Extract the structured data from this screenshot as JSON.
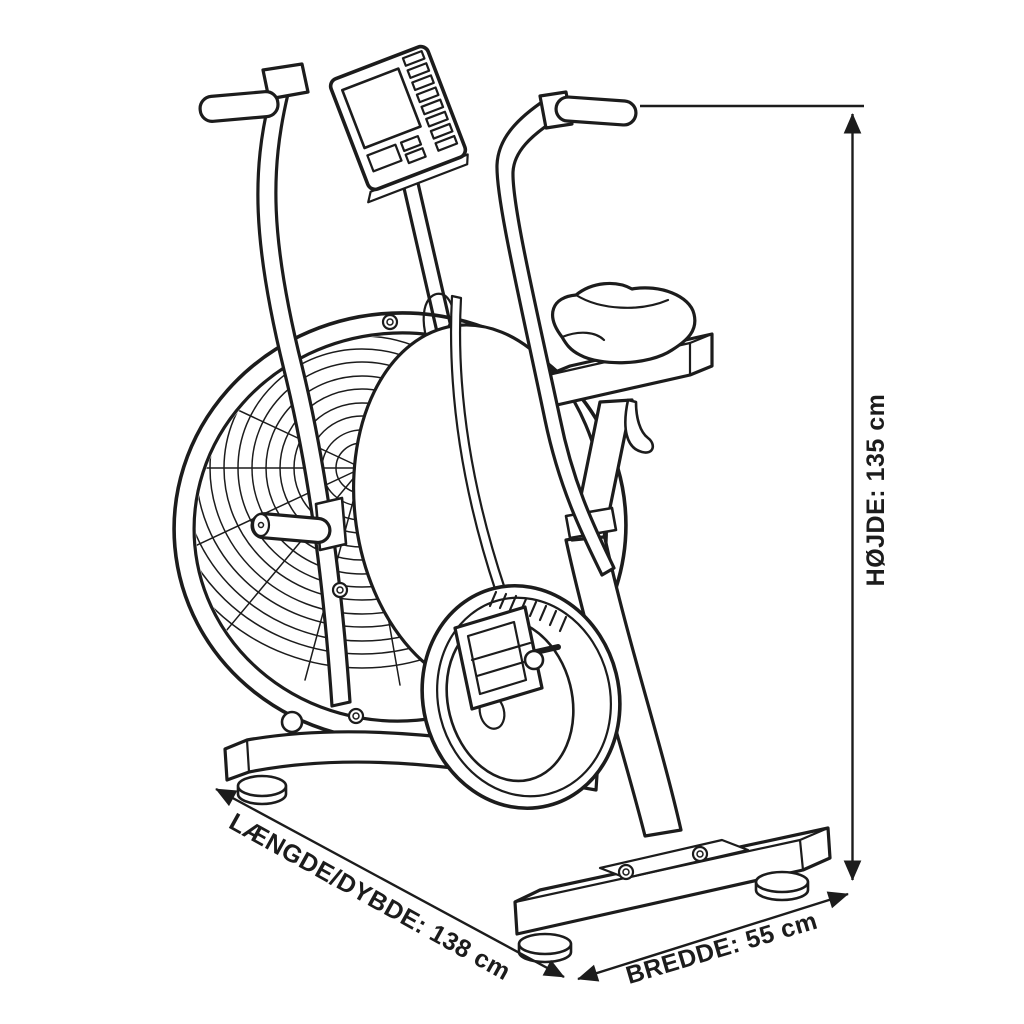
{
  "diagram": {
    "subject": "air-bike-exercise-bike-line-drawing",
    "labels": {
      "height": "HØJDE: 135 cm",
      "length_depth": "LÆNGDE/DYBDE: 138 cm",
      "width": "BREDDE: 55 cm"
    },
    "colors": {
      "line": "#1c1c1c",
      "background": "#ffffff"
    }
  }
}
